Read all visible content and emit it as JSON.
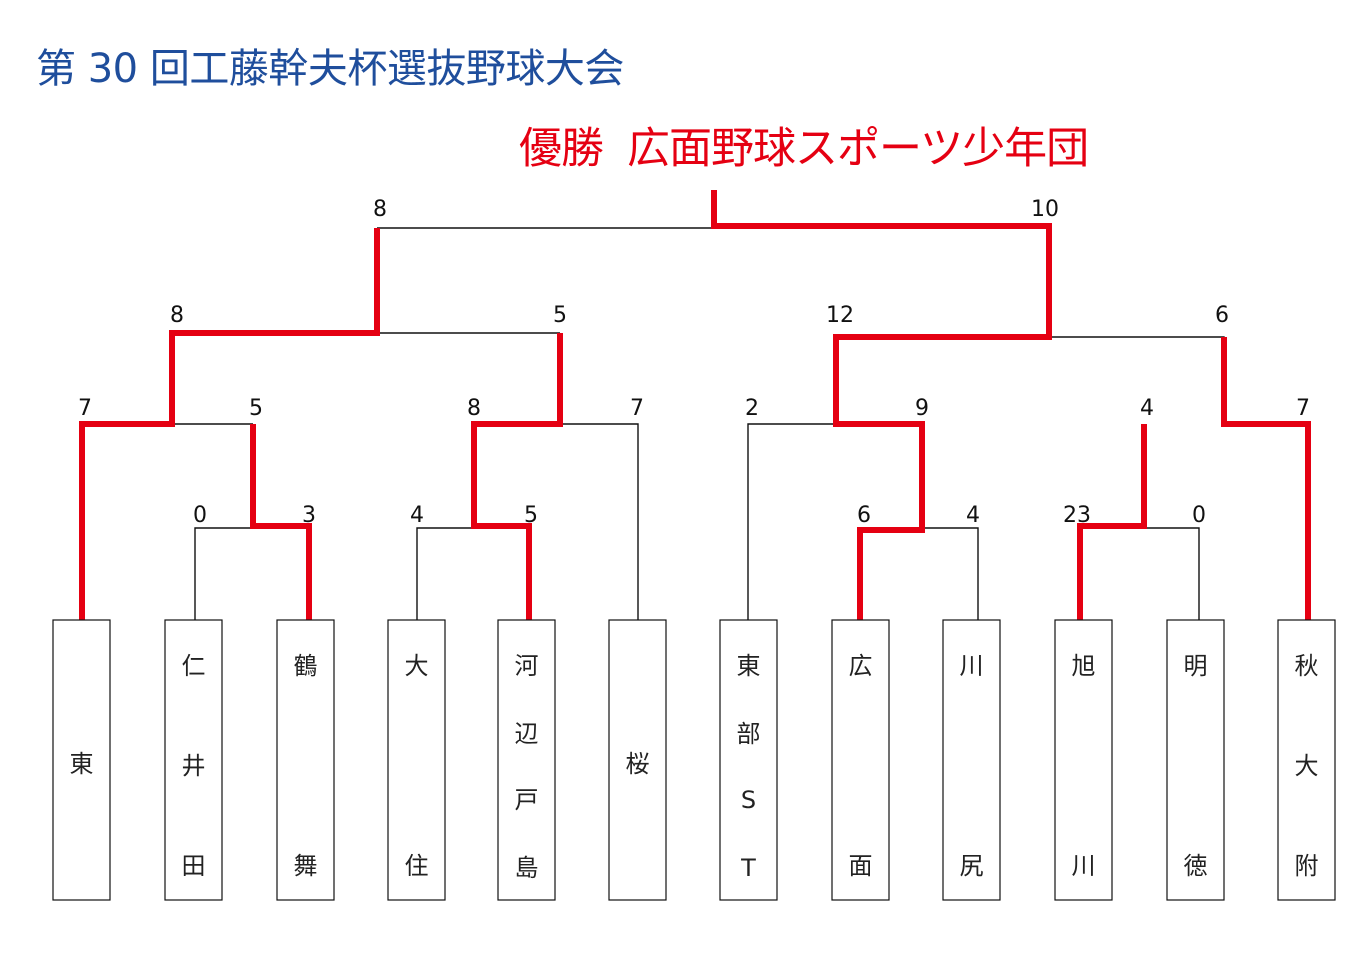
{
  "title": "第 30 回工藤幹夫杯選抜野球大会",
  "champion": {
    "prefix": "優勝",
    "team": "広面野球スポーツ少年団"
  },
  "teams": [
    {
      "label": [
        "東"
      ]
    },
    {
      "label": [
        "仁",
        "井",
        "田"
      ]
    },
    {
      "label": [
        "鶴",
        "舞"
      ]
    },
    {
      "label": [
        "大",
        "住"
      ]
    },
    {
      "label": [
        "河",
        "辺",
        "戸",
        "島"
      ]
    },
    {
      "label": [
        "桜"
      ]
    },
    {
      "label": [
        "東",
        "部",
        "S",
        "T"
      ]
    },
    {
      "label": [
        "広",
        "面"
      ]
    },
    {
      "label": [
        "川",
        "尻"
      ]
    },
    {
      "label": [
        "旭",
        "川"
      ]
    },
    {
      "label": [
        "明",
        "徳"
      ]
    },
    {
      "label": [
        "秋",
        "大",
        "附"
      ]
    }
  ],
  "scores": {
    "r1_g1": [
      "0",
      "3"
    ],
    "r1_g2": [
      "4",
      "5"
    ],
    "r1_g3": [
      "6",
      "4"
    ],
    "r1_g4": [
      "23",
      "0"
    ],
    "r2_g1": [
      "7",
      "5"
    ],
    "r2_g2": [
      "8",
      "7"
    ],
    "r2_g3": [
      "2",
      "9"
    ],
    "r2_g4": [
      "4",
      "7"
    ],
    "sf_g1": [
      "8",
      "5"
    ],
    "sf_g2": [
      "12",
      "6"
    ],
    "final": [
      "8",
      "10"
    ]
  },
  "colors": {
    "title": "#1f4e9c",
    "winner_path": "#e50012",
    "line": "#111111"
  }
}
